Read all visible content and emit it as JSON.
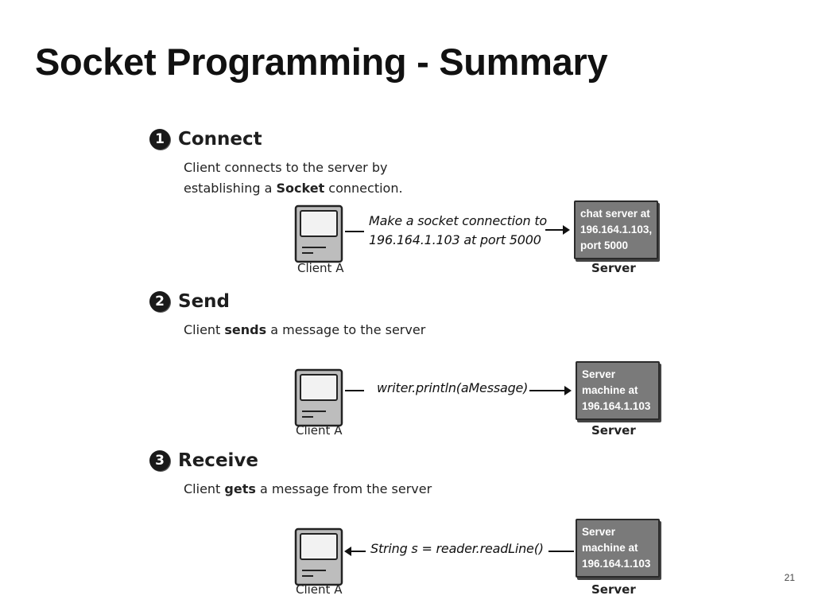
{
  "slide": {
    "title": "Socket Programming - Summary",
    "page_number": "21"
  },
  "steps": [
    {
      "number": "1",
      "title": "Connect",
      "desc_line1": "Client connects to the server by",
      "desc_line2_pre": "establishing a ",
      "desc_line2_bold": "Socket",
      "desc_line2_post": " connection.",
      "client_label": "Client A",
      "message_line1": "Make a socket connection to",
      "message_line2": "196.164.1.103 at port 5000",
      "server_line1": "chat server at",
      "server_line2": "196.164.1.103,",
      "server_line3": "port 5000",
      "server_label": "Server"
    },
    {
      "number": "2",
      "title": "Send",
      "desc_pre": "Client ",
      "desc_bold": "sends",
      "desc_post": " a message to the server",
      "client_label": "Client A",
      "message": "writer.println(aMessage)",
      "server_line1": "Server",
      "server_line2": "machine at",
      "server_line3": "196.164.1.103",
      "server_label": "Server"
    },
    {
      "number": "3",
      "title": "Receive",
      "desc_pre": "Client ",
      "desc_bold": "gets",
      "desc_post": " a message from the server",
      "client_label": "Client A",
      "message": "String s = reader.readLine()",
      "server_line1": "Server",
      "server_line2": "machine at",
      "server_line3": "196.164.1.103",
      "server_label": "Server"
    }
  ],
  "icons": {
    "computer": "computer-icon",
    "arrow_right": "arrow-right-icon",
    "arrow_left": "arrow-left-icon"
  }
}
